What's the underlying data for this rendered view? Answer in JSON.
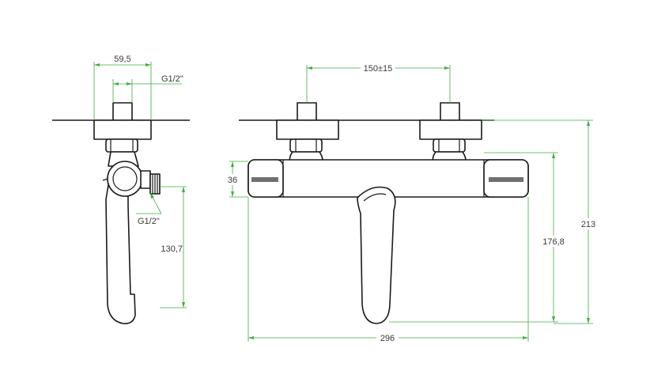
{
  "dimensions": {
    "side_width": "59,5",
    "side_thread_top": "G1/2\"",
    "side_thread_outlet": "G1/2\"",
    "side_height": "130,7",
    "front_spacing": "150±15",
    "front_body_height": "36",
    "front_outlet_height": "176,8",
    "front_total_height": "213",
    "front_width": "296"
  },
  "colors": {
    "dimension_line": "#3fae3f",
    "outline": "#1a1a1a",
    "label_text": "#3a3a3a"
  }
}
